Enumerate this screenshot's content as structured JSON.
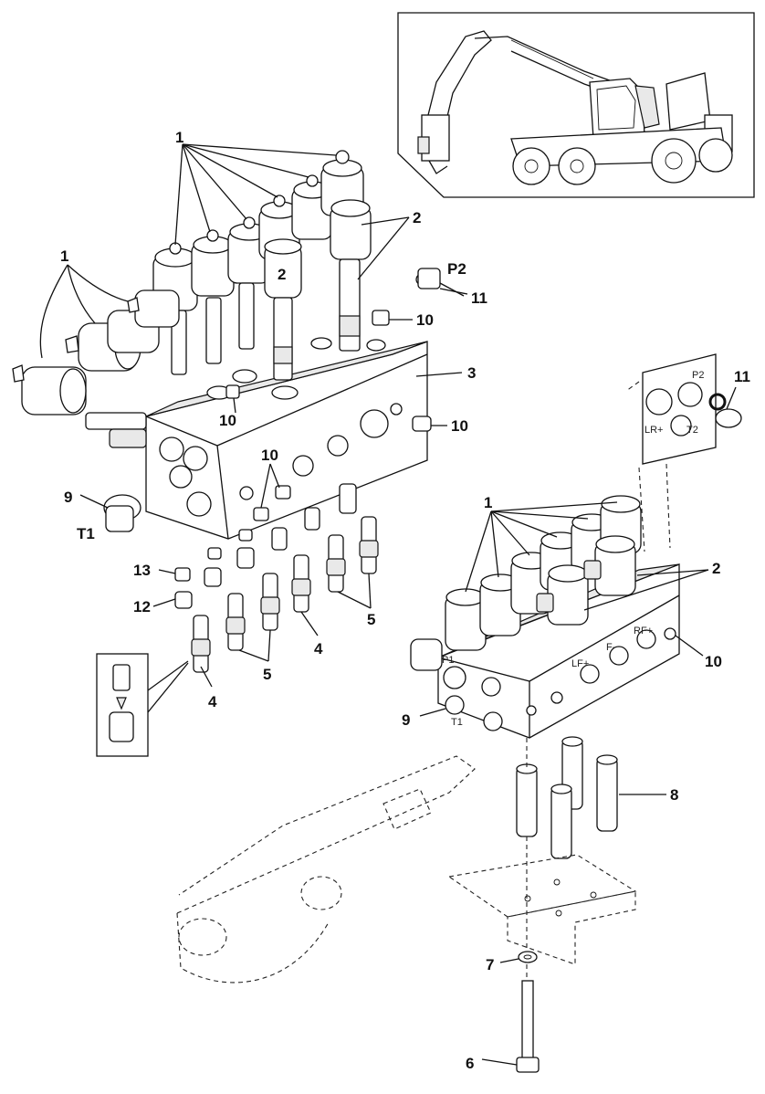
{
  "callouts": {
    "c1_top": "1",
    "c1_left": "1",
    "c1_right": "1",
    "c2_upper": "2",
    "c2_center": "2",
    "c2_right": "2",
    "c3": "3",
    "c4_a": "4",
    "c4_b": "4",
    "c5_a": "5",
    "c5_b": "5",
    "c6": "6",
    "c7": "7",
    "c8": "8",
    "c9_left": "9",
    "c9_right": "9",
    "c10_a": "10",
    "c10_b": "10",
    "c10_c": "10",
    "c10_d": "10",
    "c10_e": "10",
    "c11_a": "11",
    "c11_b": "11",
    "c12": "12",
    "c13": "13",
    "p2": "P2",
    "t1": "T1"
  },
  "port_labels": {
    "lr_plus": "LR+",
    "p2_small": "P2",
    "t2_small": "T2",
    "lf_plus": "LF+",
    "f_minus": "F-",
    "rf_plus": "RF+",
    "p1": "P1",
    "t1_small": "T1"
  }
}
